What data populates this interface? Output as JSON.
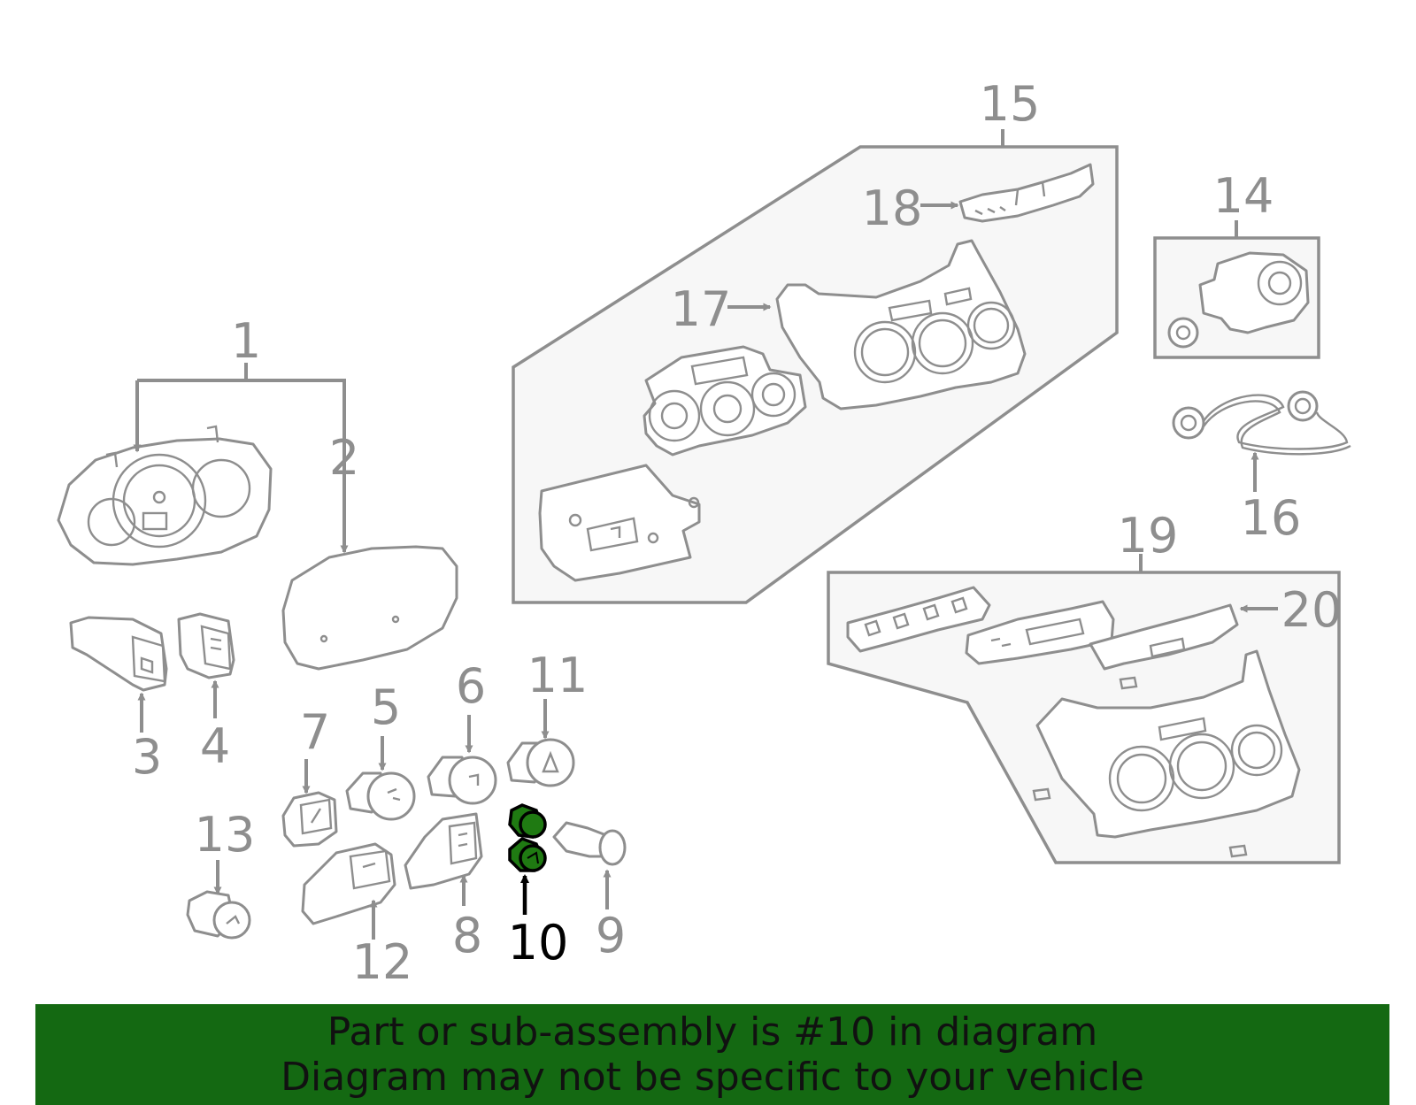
{
  "colors": {
    "banner_background": "#146912",
    "highlight_part": "#1f7a12",
    "line_gray": "#8e8e8e",
    "box_fill": "#f7f7f7"
  },
  "banner": {
    "line1": "Part or sub-assembly is #10 in diagram",
    "line2": "Diagram may not be specific to your vehicle"
  },
  "callouts": {
    "c1": "1",
    "c2": "2",
    "c3": "3",
    "c4": "4",
    "c5": "5",
    "c6": "6",
    "c7": "7",
    "c8": "8",
    "c9": "9",
    "c10": "10",
    "c11": "11",
    "c12": "12",
    "c13": "13",
    "c14": "14",
    "c15": "15",
    "c16": "16",
    "c17": "17",
    "c18": "18",
    "c19": "19",
    "c20": "20"
  },
  "highlighted_callout": "10"
}
